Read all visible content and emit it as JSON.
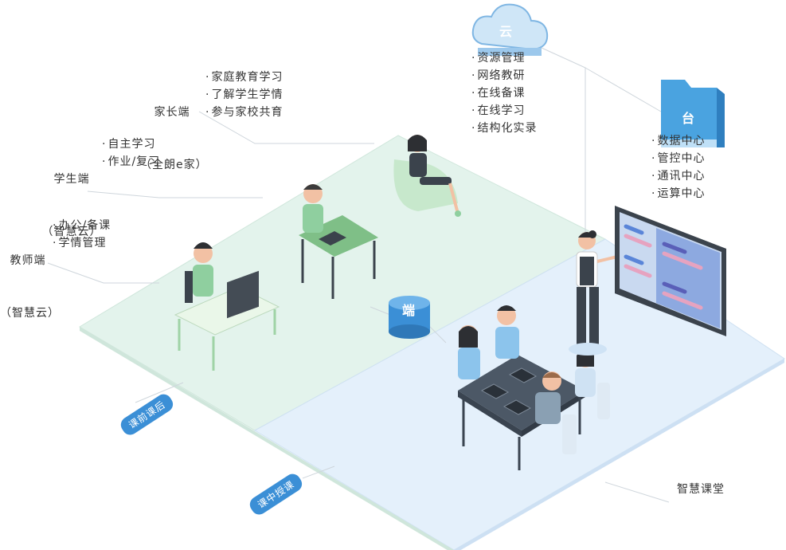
{
  "cloud": {
    "badge": "云",
    "items": [
      "资源管理",
      "网络教研",
      "在线备课",
      "在线学习",
      "结构化实录"
    ]
  },
  "platform": {
    "badge": "台",
    "items": [
      "数据中心",
      "管控中心",
      "通讯中心",
      "运算中心"
    ]
  },
  "terminal": {
    "badge": "端"
  },
  "parent": {
    "name_line1": "家长端",
    "name_line2": "（全朗e家）",
    "items": [
      "家庭教育学习",
      "了解学生学情",
      "参与家校共育"
    ]
  },
  "student": {
    "name_line1": "学生端",
    "name_line2": "（智慧云）",
    "items": [
      "自主学习",
      "作业/复习"
    ]
  },
  "teacher": {
    "name_line1": "教师端",
    "name_line2": "（智慧云）",
    "items": [
      "办公/备课",
      "学情管理"
    ]
  },
  "zones": {
    "before_after": "课前课后",
    "in_class": "课中授课",
    "smart_classroom": "智慧课堂"
  },
  "colors": {
    "floor_left": "#e3f3ec",
    "floor_right": "#e4f0fb",
    "accent_blue": "#3b8fd6",
    "accent_green": "#8fcf9f",
    "dark": "#4a5560"
  }
}
